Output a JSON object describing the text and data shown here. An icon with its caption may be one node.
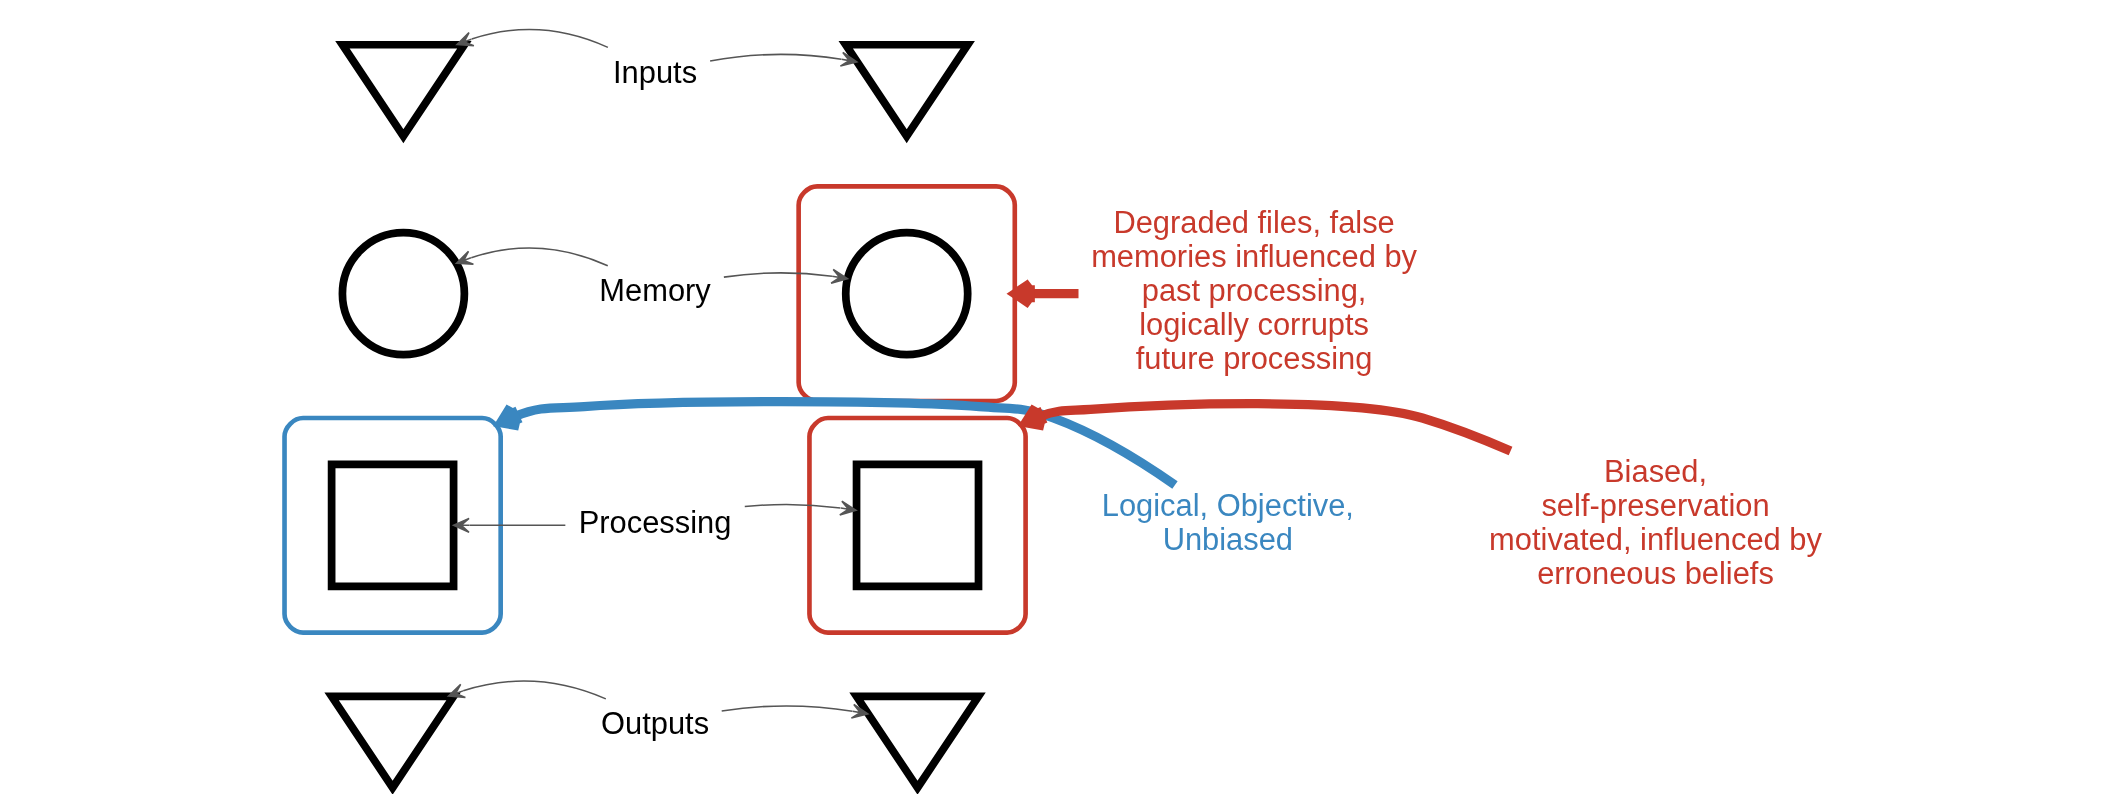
{
  "diagram": {
    "nodes": [
      {
        "text": [],
        "shape": "triangle"
      },
      {
        "text": [
          "Inputs"
        ]
      },
      {
        "text": [],
        "shape": "triangle"
      },
      {
        "text": [],
        "shape": "circle"
      },
      {
        "text": [
          "Memory"
        ]
      },
      {
        "text": [],
        "shape": "ellipse"
      },
      {
        "text": [],
        "shape": "circle",
        "in": 5
      },
      {
        "text": [
          "Degraded files, false memories influenced by past processing, logically corrupts future processing"
        ]
      },
      {
        "text": [
          "Logical, Objective, Unbiased"
        ]
      },
      {
        "text": [],
        "shape": "ellipse"
      },
      {
        "text": [],
        "shape": "square",
        "in": 9
      },
      {
        "text": [
          "Processing"
        ]
      },
      {
        "text": [],
        "shape": "ellipse"
      },
      {
        "text": [],
        "shape": "square",
        "in": 12
      },
      {
        "text": [
          "Biased, self-preservation motivated, influenced by erroneous beliefs"
        ]
      },
      {
        "text": [],
        "shape": "triangle"
      },
      {
        "text": [
          "Outputs"
        ]
      },
      {
        "text": [],
        "shape": "triangle"
      }
    ],
    "edges": [
      {
        "from": 1,
        "to": 0,
        "arrow": "to"
      },
      {
        "from": 1,
        "to": 2,
        "arrow": "to"
      },
      {
        "from": 4,
        "to": 3,
        "arrow": "to"
      },
      {
        "from": 4,
        "to": 6,
        "arrow": "to"
      },
      {
        "from": 7,
        "to": 5,
        "arrow": "to",
        "style": "thick",
        "color": "#c8392b"
      },
      {
        "from": 8,
        "to": 9,
        "arrow": "to",
        "style": "thick",
        "color": "#3a87c0"
      },
      {
        "from": 11,
        "to": 10,
        "arrow": "to"
      },
      {
        "from": 11,
        "to": 13,
        "arrow": "to"
      },
      {
        "from": 14,
        "to": 12,
        "arrow": "to",
        "style": "thick",
        "color": "#c8392b"
      },
      {
        "from": 16,
        "to": 15,
        "arrow": "to"
      },
      {
        "from": 16,
        "to": 17,
        "arrow": "to"
      }
    ]
  }
}
